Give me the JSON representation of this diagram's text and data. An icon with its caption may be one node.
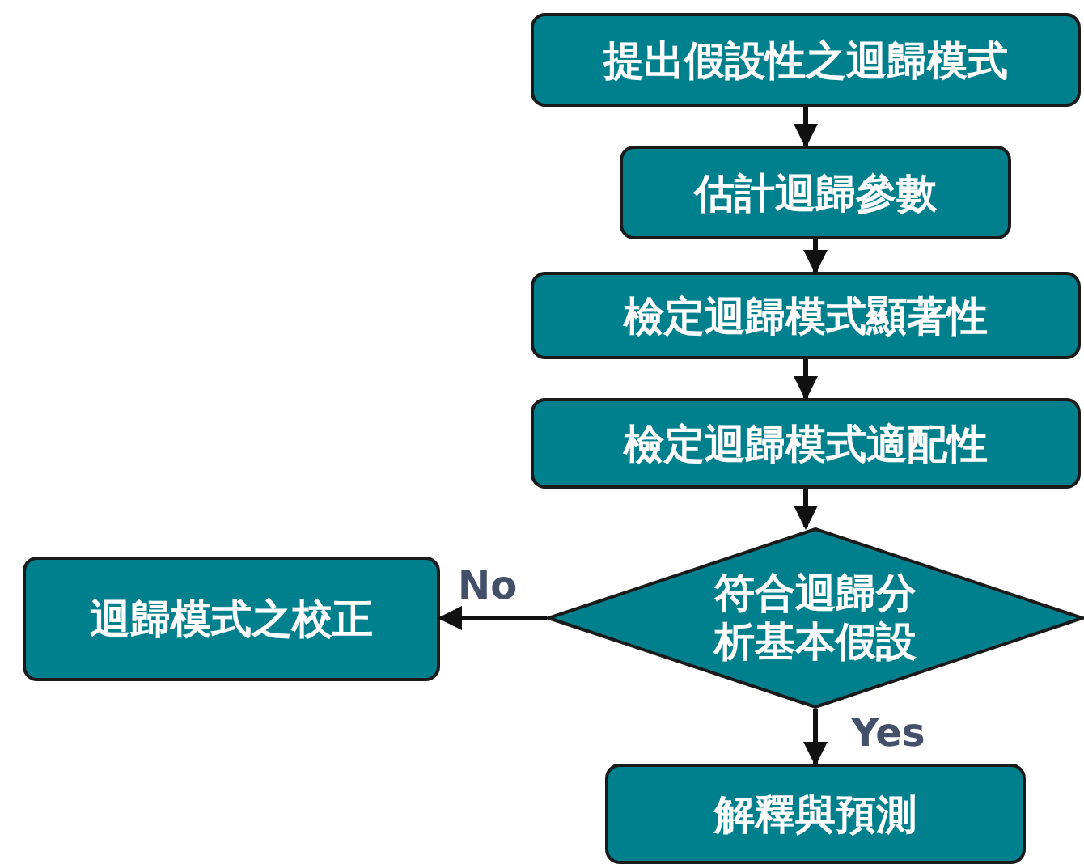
{
  "diagram": {
    "nodes": [
      {
        "text": [
          "提出假設性之迴歸模式"
        ]
      },
      {
        "text": [
          "估計迴歸參數"
        ]
      },
      {
        "text": [
          "檢定迴歸模式顯著性"
        ]
      },
      {
        "text": [
          "檢定迴歸模式適配性"
        ]
      },
      {
        "text": [
          "符合迴歸分析基本假設"
        ]
      },
      {
        "text": [
          "迴歸模式之校正"
        ]
      },
      {
        "text": [
          "解釋與預測"
        ]
      }
    ],
    "edges": [
      {
        "from": 0,
        "to": 1,
        "arrow": "to"
      },
      {
        "from": 1,
        "to": 2,
        "arrow": "to"
      },
      {
        "from": 2,
        "to": 3,
        "arrow": "to"
      },
      {
        "from": 3,
        "to": 4,
        "arrow": "to"
      },
      {
        "from": 4,
        "to": 5,
        "arrow": "to",
        "label": "No"
      },
      {
        "from": 4,
        "to": 6,
        "arrow": "to",
        "label": "Yes"
      }
    ]
  }
}
